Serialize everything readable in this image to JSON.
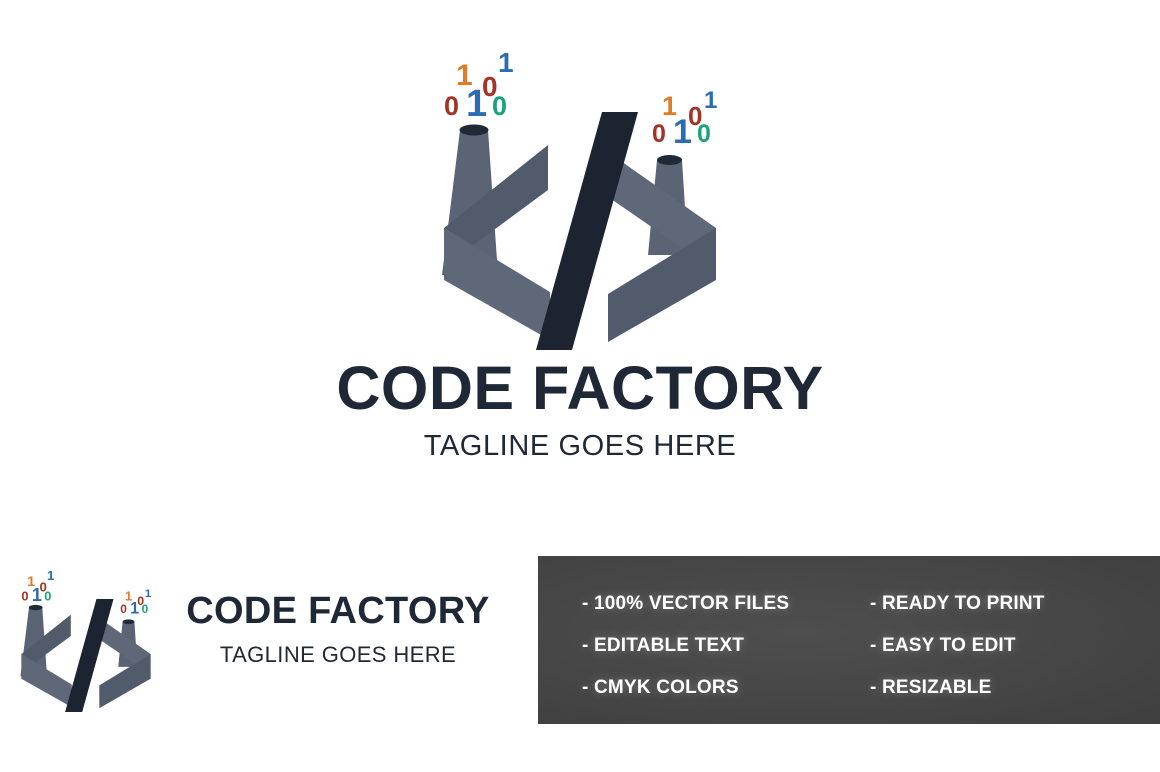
{
  "brand": {
    "name": "CODE FACTORY",
    "tagline": "TAGLINE GOES HERE"
  },
  "colors": {
    "chimney": "#5b6474",
    "chevron": "#525b6c",
    "chevron_shade": "#5f6879",
    "slash_dark": "#1b2430",
    "chimney_cap": "#1f2a36",
    "wordmark": "#1f2836",
    "panel_bg": "#464646",
    "digit_orange": "#e07b28",
    "digit_blue": "#2b6cb5",
    "digit_red": "#a33327",
    "digit_teal": "#18a379",
    "page_bg": "#ffffff"
  },
  "logo": {
    "mark_name": "code-factory-mark",
    "icon_symbol": "</>",
    "smoke_digits_left": [
      {
        "char": "1",
        "color": "#2b6cb5"
      },
      {
        "char": "1",
        "color": "#e07b28"
      },
      {
        "char": "0",
        "color": "#a33327"
      },
      {
        "char": "0",
        "color": "#a33327"
      },
      {
        "char": "1",
        "color": "#2b6cb5"
      },
      {
        "char": "0",
        "color": "#18a379"
      }
    ],
    "smoke_digits_right": [
      {
        "char": "1",
        "color": "#2b6cb5"
      },
      {
        "char": "1",
        "color": "#e07b28"
      },
      {
        "char": "0",
        "color": "#a33327"
      },
      {
        "char": "0",
        "color": "#a33327"
      },
      {
        "char": "1",
        "color": "#2b6cb5"
      },
      {
        "char": "0",
        "color": "#18a379"
      }
    ]
  },
  "features": {
    "left_column": [
      "- 100% VECTOR FILES",
      "- EDITABLE TEXT",
      "- CMYK COLORS"
    ],
    "right_column": [
      "- READY TO PRINT",
      "- EASY TO EDIT",
      "- RESIZABLE"
    ]
  }
}
